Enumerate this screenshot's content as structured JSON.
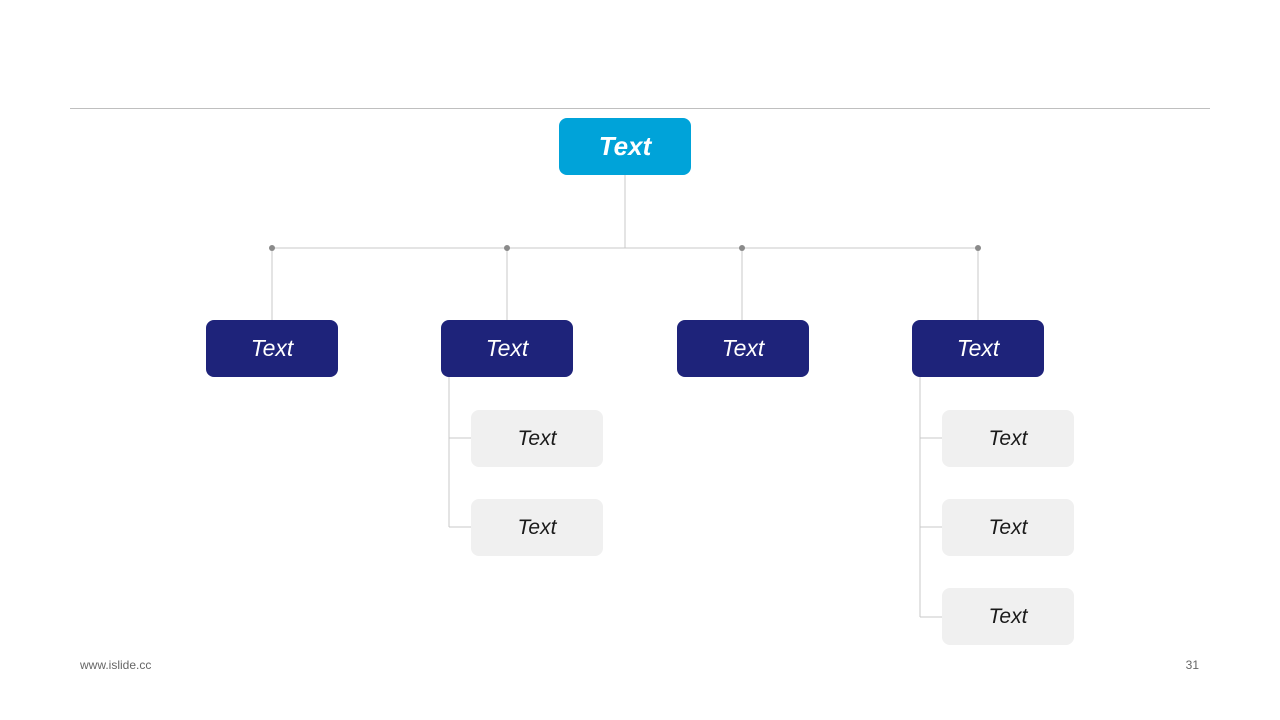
{
  "diagram": {
    "root": {
      "label": "Text"
    },
    "level1": [
      {
        "label": "Text"
      },
      {
        "label": "Text"
      },
      {
        "label": "Text"
      },
      {
        "label": "Text"
      }
    ],
    "level2_group_b": [
      {
        "label": "Text"
      },
      {
        "label": "Text"
      }
    ],
    "level2_group_d": [
      {
        "label": "Text"
      },
      {
        "label": "Text"
      },
      {
        "label": "Text"
      }
    ]
  },
  "footer": {
    "website": "www.islide.cc",
    "page_number": "31"
  },
  "colors": {
    "root_fill": "#00a3d9",
    "level1_fill": "#1e237a",
    "level2_fill": "#f0f0f0",
    "connector": "#c8c8c8",
    "dot": "#8a8a8a"
  }
}
